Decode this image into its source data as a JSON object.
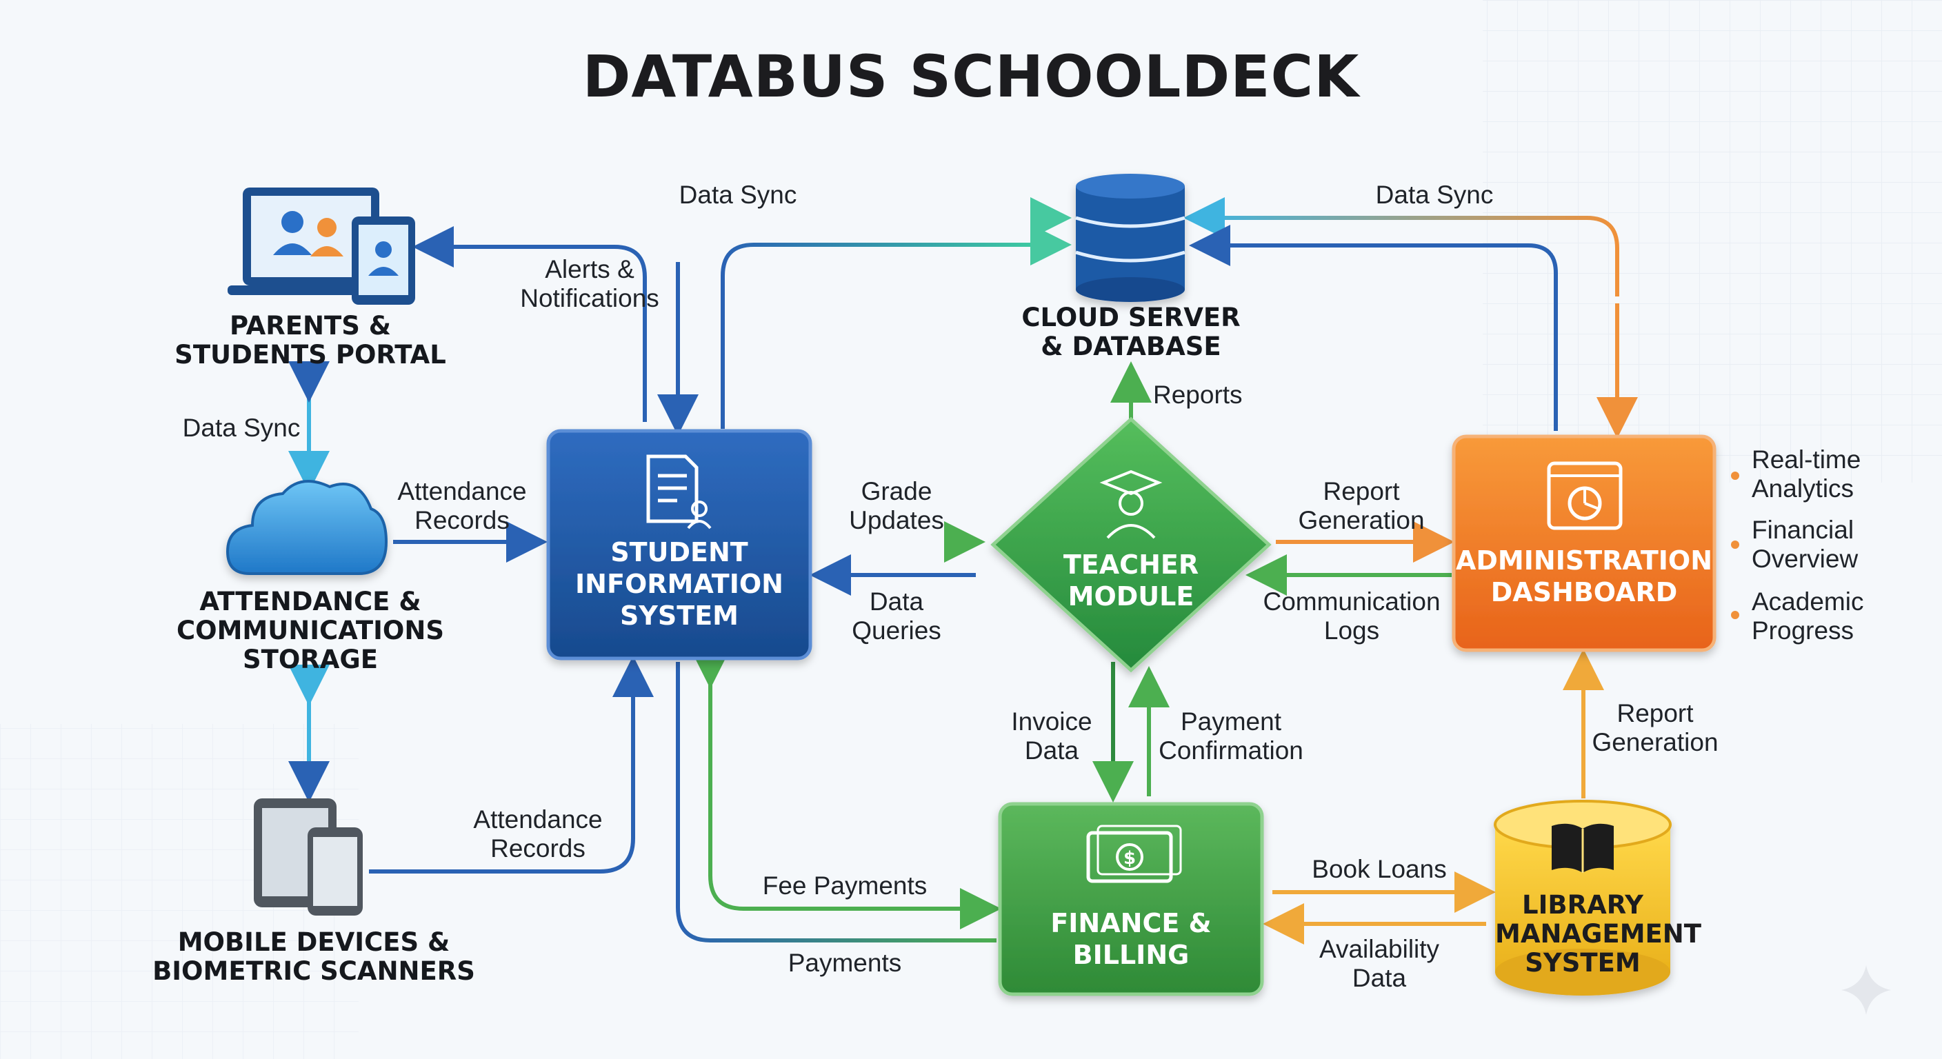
{
  "title": "DATABUS SCHOOLDECK",
  "nodes": {
    "portal": {
      "line1": "PARENTS &",
      "line2": "STUDENTS PORTAL"
    },
    "attendance": {
      "line1": "ATTENDANCE &",
      "line2": "COMMUNICATIONS",
      "line3": "STORAGE"
    },
    "mobile": {
      "line1": "MOBILE DEVICES &",
      "line2": "BIOMETRIC SCANNERS"
    },
    "cloud": {
      "line1": "CLOUD SERVER",
      "line2": "& DATABASE"
    },
    "sis": {
      "line1": "STUDENT",
      "line2": "INFORMATION",
      "line3": "SYSTEM"
    },
    "teacher": {
      "line1": "TEACHER",
      "line2": "MODULE"
    },
    "admin": {
      "line1": "ADMINISTRATION",
      "line2": "DASHBOARD"
    },
    "finance": {
      "line1": "FINANCE &",
      "line2": "BILLING"
    },
    "library": {
      "line1": "LIBRARY",
      "line2": "MANAGEMENT",
      "line3": "SYSTEM"
    }
  },
  "flows": {
    "portal_cloud": "Data Sync",
    "alerts_l1": "Alerts &",
    "alerts_l2": "Notifications",
    "admin_cloud": "Data Sync",
    "portal_attendance": "Data Sync",
    "att_records_l1": "Attendance",
    "att_records_l2": "Records",
    "grade_l1": "Grade",
    "grade_l2": "Updates",
    "queries_l1": "Data",
    "queries_l2": "Queries",
    "reports": "Reports",
    "report_gen_l1": "Report",
    "report_gen_l2": "Generation",
    "comm_l1": "Communication",
    "comm_l2": "Logs",
    "invoice_l1": "Invoice",
    "invoice_l2": "Data",
    "payconf_l1": "Payment",
    "payconf_l2": "Confirmation",
    "mobile_att_l1": "Attendance",
    "mobile_att_l2": "Records",
    "fee_payments": "Fee Payments",
    "payments": "Payments",
    "book_loans": "Book Loans",
    "avail_l1": "Availability",
    "avail_l2": "Data",
    "lib_report_l1": "Report",
    "lib_report_l2": "Generation"
  },
  "admin_outputs": [
    {
      "l1": "Real-time",
      "l2": "Analytics"
    },
    {
      "l1": "Financial",
      "l2": "Overview"
    },
    {
      "l1": "Academic",
      "l2": "Progress"
    }
  ],
  "icons": [
    "laptop-users-icon",
    "tablet-user-icon",
    "cloud-icon",
    "tablet-phone-icon",
    "database-icon",
    "document-user-icon",
    "graduation-teacher-icon",
    "analytics-window-icon",
    "money-bill-icon",
    "book-icon",
    "sparkle-icon"
  ],
  "colors": {
    "sis": "#1f5aa6",
    "teacher": "#2f9e47",
    "admin": "#f07a1c",
    "finance": "#3a9a3c",
    "library": "#f2c22e",
    "arrow_blue": "#2a62b4",
    "arrow_green": "#4caf50",
    "arrow_orange": "#f0913a",
    "arrow_light": "#3fb4e0"
  }
}
